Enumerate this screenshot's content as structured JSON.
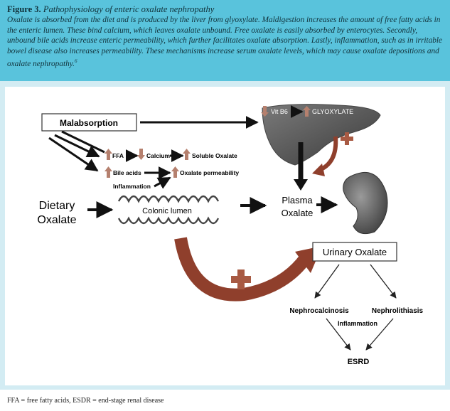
{
  "figure": {
    "label": "Figure 3.",
    "title": "Pathophysiology of enteric oxalate nephropathy",
    "caption": "Oxalate is absorbed from the diet and is produced by the liver from glyoxylate. Maldigestion increases the amount of free fatty acids in the enteric lumen. These bind calcium, which leaves oxalate unbound. Free oxalate is easily absorbed by enterocytes. Secondly, unbound bile acids increase enteric permeability, which further facilitates oxalate absorption. Lastly, inflammation, such as in irritable bowel disease also increases permeability. These mechanisms increase serum oxalate levels, which may cause oxalate depositions and oxalate nephropathy.",
    "ref": "6"
  },
  "diagram": {
    "malabsorption": "Malabsorption",
    "vit_b6": "Vit B6",
    "glyoxylate": "GLYOXYLATE",
    "ffa": "FFA",
    "calcium": "Calcium",
    "soluble_oxalate": "Soluble Oxalate",
    "bile_acids": "Bile acids",
    "oxalate_permeability": "Oxalate permeability",
    "inflammation_top": "Inflammation",
    "dietary": "Dietary",
    "oxalate": "Oxalate",
    "colonic_lumen": "Colonic lumen",
    "plasma": "Plasma",
    "plasma_oxalate": "Oxalate",
    "urinary_oxalate": "Urinary Oxalate",
    "nephrocalcinosis": "Nephrocalcinosis",
    "nephrolithiasis": "Nephrolithiasis",
    "inflammation_bottom": "Inflammation",
    "esrd": "ESRD",
    "colors": {
      "up_arrow": "#b5806e",
      "down_arrow": "#b5806e",
      "big_arrow": "#8f3f2c",
      "plus": "#a85a43",
      "liver": "#555555",
      "kidney": "#6a6a6a"
    }
  },
  "footer": "FFA = free fatty acids, ESDR = end-stage renal disease"
}
